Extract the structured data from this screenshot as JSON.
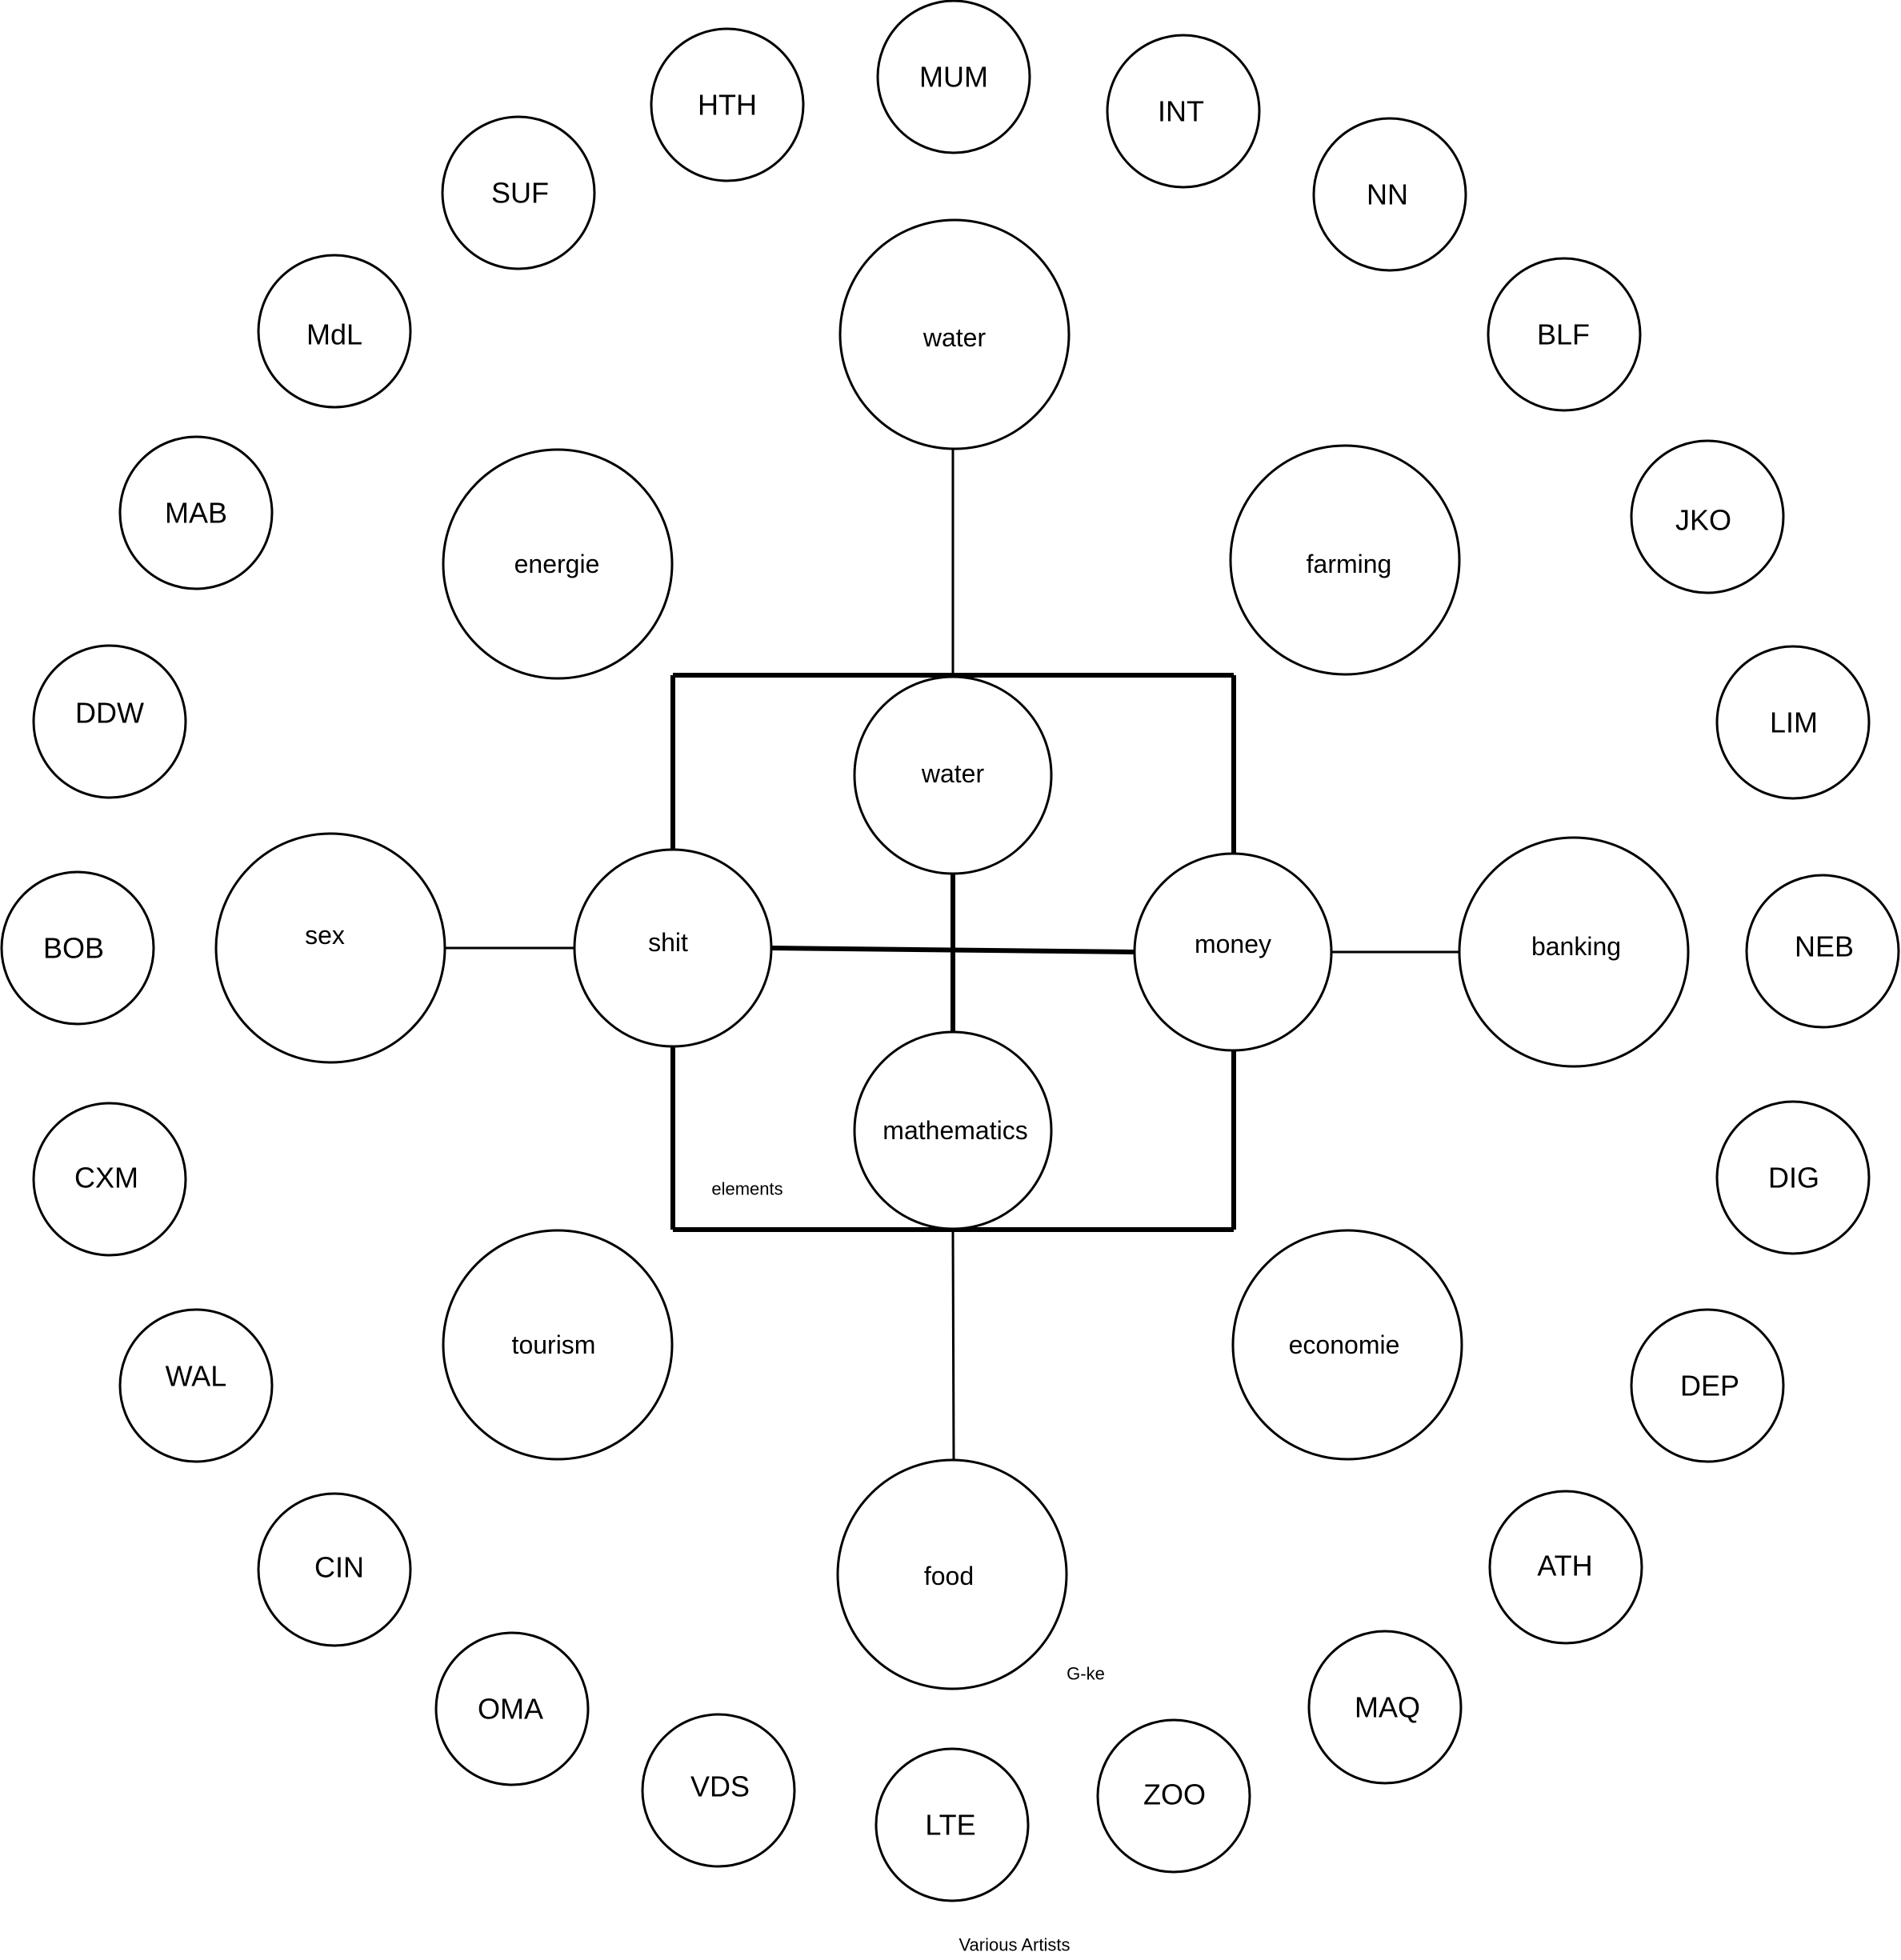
{
  "diagram": {
    "center_label": "elements",
    "signature": "G-ke",
    "footer": "Various Artists",
    "core_nodes": {
      "water": "water",
      "shit": "shit",
      "money": "money",
      "mathematics": "mathematics"
    },
    "middle_ring": {
      "water": "water",
      "farming": "farming",
      "banking": "banking",
      "economie": "economie",
      "food": "food",
      "tourism": "tourism",
      "sex": "sex",
      "energie": "energie"
    },
    "outer_ring": [
      "MUM",
      "INT",
      "NN",
      "BLF",
      "JKO",
      "LIM",
      "NEB",
      "DIG",
      "DEP",
      "ATH",
      "MAQ",
      "ZOO",
      "LTE",
      "VDS",
      "OMA",
      "CIN",
      "WAL",
      "CXM",
      "BOB",
      "DDW",
      "MAB",
      "MdL",
      "SUF",
      "HTH"
    ]
  }
}
